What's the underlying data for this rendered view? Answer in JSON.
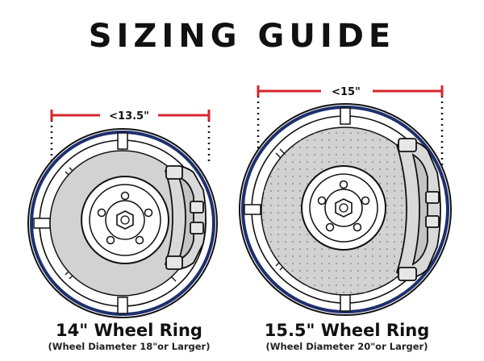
{
  "title": "SIZING GUIDE",
  "colors": {
    "dimension_line": "#d7262e",
    "ring_blue": "#1e2f6d",
    "rotor_gray": "#d2d2d2",
    "outline": "#111111"
  },
  "rings": [
    {
      "dimension_label": "<13.5\"",
      "name": "14\" Wheel Ring",
      "requirement": "(Wheel Diameter 18\"or Larger)"
    },
    {
      "dimension_label": "<15\"",
      "name": "15.5\" Wheel Ring",
      "requirement": "(Wheel Diameter 20\"or Larger)"
    }
  ]
}
